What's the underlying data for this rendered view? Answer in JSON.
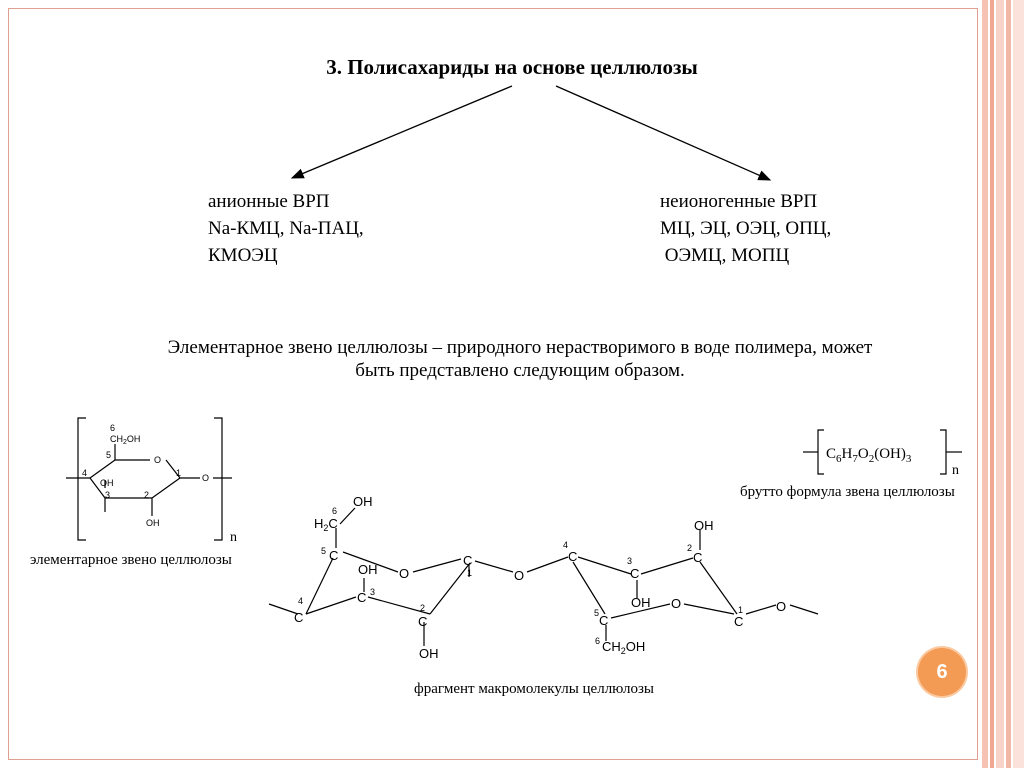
{
  "title": "3. Полисахариды на основе целлюлозы",
  "left_branch": {
    "line1": "анионные ВРП",
    "line2": "Na-КМЦ, Na-ПАЦ,",
    "line3": "КМОЭЦ"
  },
  "right_branch": {
    "line1": "неионогенные ВРП",
    "line2": "МЦ, ЭЦ, ОЭЦ, ОПЦ,",
    "line3": " ОЭМЦ, МОПЦ"
  },
  "paragraph": {
    "line1": "Элементарное звено целлюлозы – природного нерастворимого в воде полимера, может",
    "line2": "быть представлено следующим образом."
  },
  "captions": {
    "elementary": "элементарное звено целлюлозы",
    "gross": "брутто формула звена целлюлозы",
    "fragment": "фрагмент макромолекулы целлюлозы"
  },
  "formula": {
    "c": "C",
    "c_sub": "6",
    "h": "H",
    "h_sub": "7",
    "o": "O",
    "o_sub": "2",
    "oh": "(OH)",
    "oh_sub": "3",
    "n": "n"
  },
  "small_ring": {
    "ch2oh": "CH2OH",
    "o_ring": "O",
    "o_link": "O",
    "oh_left": "OH",
    "oh_bottom": "OH",
    "n": "n",
    "n1": "1",
    "n2": "2",
    "n3": "3",
    "n4": "4",
    "n5": "5",
    "n6": "6"
  },
  "fragment": {
    "c": "C",
    "o": "O",
    "oh": "OH",
    "h2c": "H2C",
    "ch2oh": "CH2OH",
    "n1": "1",
    "n2": "2",
    "n3": "3",
    "n4": "4",
    "n5": "5",
    "n6": "6"
  },
  "page_number": "6",
  "colors": {
    "accent": "#f39a55",
    "border": "#e0a090",
    "stripe": "#f2b8a6"
  }
}
